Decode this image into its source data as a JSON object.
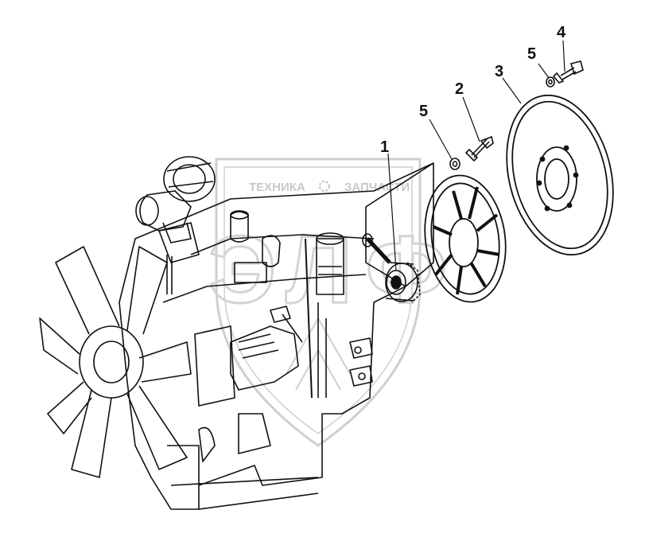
{
  "diagram": {
    "callouts": [
      {
        "id": "c1",
        "label": "1"
      },
      {
        "id": "c2",
        "label": "2"
      },
      {
        "id": "c3",
        "label": "3"
      },
      {
        "id": "c4",
        "label": "4"
      },
      {
        "id": "c5a",
        "label": "5"
      },
      {
        "id": "c5b",
        "label": "5"
      }
    ],
    "watermark": {
      "left_text": "ТЕХНИКА",
      "right_text": "ЗАПЧАСТИ",
      "logo_letters": "ЭЛФ"
    }
  },
  "colors": {
    "line": "#111111",
    "watermark": "#c9c9c9"
  }
}
